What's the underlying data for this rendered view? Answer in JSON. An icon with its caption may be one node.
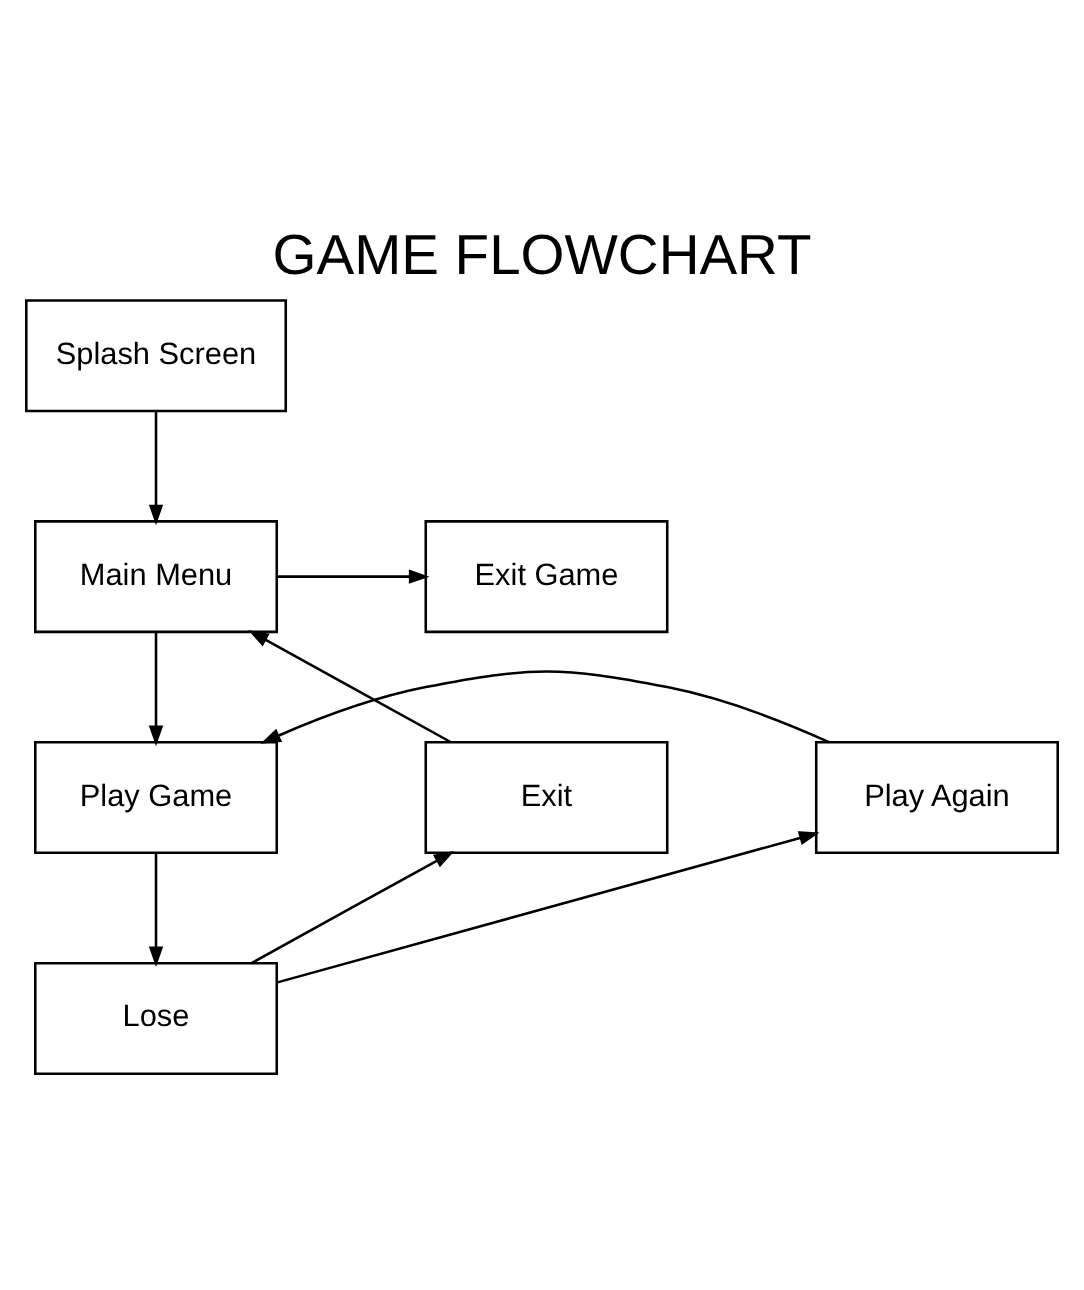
{
  "diagram": {
    "title": "GAME FLOWCHART",
    "nodes": [
      {
        "text": [
          "Splash Screen"
        ]
      },
      {
        "text": [
          "Main Menu"
        ]
      },
      {
        "text": [
          "Exit Game"
        ]
      },
      {
        "text": [
          "Exit"
        ]
      },
      {
        "text": [
          "Play Game"
        ]
      },
      {
        "text": [
          "Play Again"
        ]
      },
      {
        "text": [
          "Lose"
        ]
      }
    ],
    "edges": [
      {
        "from": 0,
        "to": 1,
        "arrow": "to"
      },
      {
        "from": 1,
        "to": 2,
        "arrow": "to"
      },
      {
        "from": 1,
        "to": 4,
        "arrow": "to"
      },
      {
        "from": 3,
        "to": 1,
        "arrow": "to"
      },
      {
        "from": 5,
        "to": 4,
        "arrow": "to"
      },
      {
        "from": 4,
        "to": 6,
        "arrow": "to"
      },
      {
        "from": 6,
        "to": 3,
        "arrow": "to"
      },
      {
        "from": 6,
        "to": 5,
        "arrow": "to"
      }
    ]
  }
}
